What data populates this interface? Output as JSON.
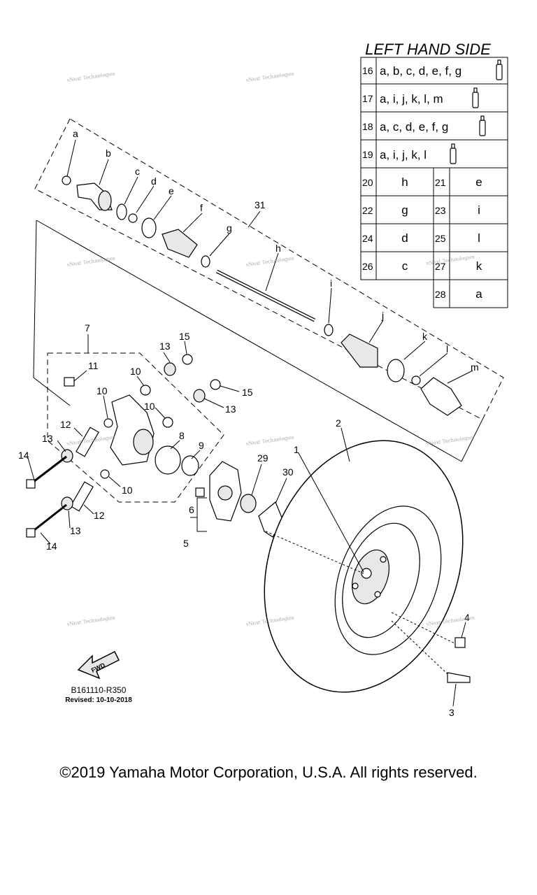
{
  "header": {
    "title": "LEFT HAND SIDE"
  },
  "table": {
    "full_rows": [
      {
        "num": "16",
        "text": "a, b, c, d, e, f, g"
      },
      {
        "num": "17",
        "text": "a, i, j, k, l, m"
      },
      {
        "num": "18",
        "text": "a, c, d, e, f, g"
      },
      {
        "num": "19",
        "text": "a, i, j, k, l"
      }
    ],
    "pair_rows": [
      {
        "n1": "20",
        "v1": "h",
        "n2": "21",
        "v2": "e"
      },
      {
        "n1": "22",
        "v1": "g",
        "n2": "23",
        "v2": "i"
      },
      {
        "n1": "24",
        "v1": "d",
        "n2": "25",
        "v2": "l"
      },
      {
        "n1": "26",
        "v1": "c",
        "n2": "27",
        "v2": "k"
      }
    ],
    "last_row": {
      "num": "28",
      "val": "a"
    }
  },
  "callouts": {
    "a": "a",
    "b": "b",
    "c": "c",
    "d": "d",
    "e": "e",
    "f": "f",
    "g": "g",
    "h": "h",
    "i": "i",
    "j": "j",
    "k": "k",
    "l": "l",
    "m": "m",
    "n31": "31",
    "n7": "7",
    "n11": "11",
    "n13a": "13",
    "n15a": "15",
    "n10a": "10",
    "n10b": "10",
    "n10c": "10",
    "n10d": "10",
    "n15b": "15",
    "n13b": "13",
    "n12a": "12",
    "n13c": "13",
    "n14a": "14",
    "n8": "8",
    "n9": "9",
    "n12b": "12",
    "n13d": "13",
    "n14b": "14",
    "n2": "2",
    "n1": "1",
    "n29": "29",
    "n30": "30",
    "n6": "6",
    "n5": "5",
    "n4": "4",
    "n3": "3"
  },
  "fwd_label": "FWD",
  "drawing_code": "B161110-R350",
  "revised": "Revised: 10-10-2018",
  "copyright": "©2019 Yamaha Motor Corporation, U.S.A. All rights reserved.",
  "watermark": "vNext Technologies"
}
